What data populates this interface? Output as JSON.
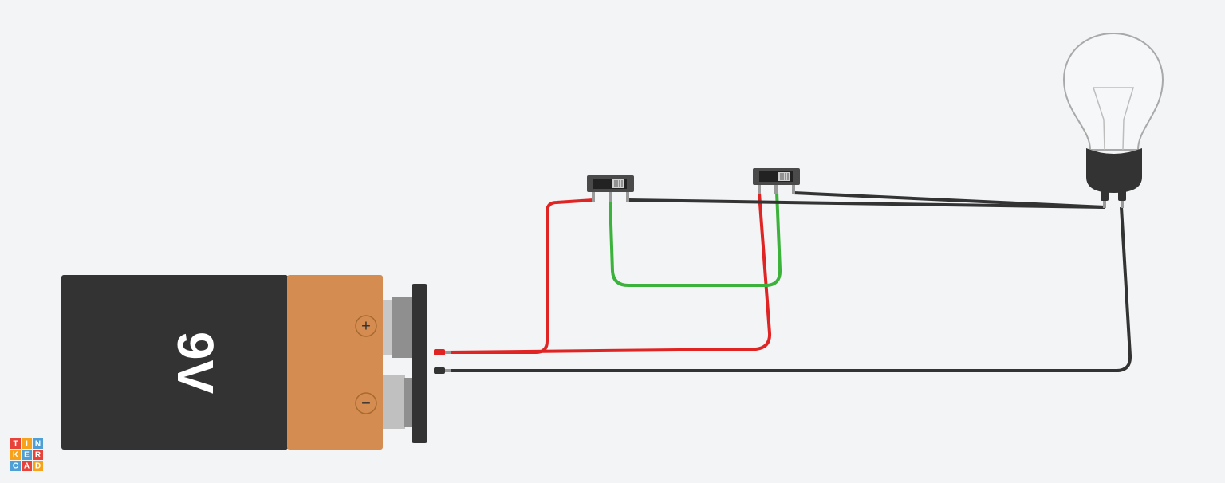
{
  "app": {
    "name": "Tinkercad"
  },
  "battery": {
    "label": "9V",
    "positive_symbol": "+",
    "negative_symbol": "−"
  },
  "logo": {
    "letters": [
      "T",
      "I",
      "N",
      "K",
      "E",
      "R",
      "C",
      "A",
      "D"
    ]
  },
  "components": {
    "switch1": {
      "name": "slide-switch"
    },
    "switch2": {
      "name": "slide-switch"
    },
    "bulb": {
      "name": "light-bulb"
    }
  },
  "colors": {
    "background": "#f2f4f6",
    "battery_body": "#333333",
    "battery_band": "#d48c50",
    "wire_red": "#e02424",
    "wire_black": "#333333",
    "wire_green": "#3bb33b",
    "logo_colors": [
      "#e8433a",
      "#f7a21b",
      "#4d9fd6",
      "#f7a21b",
      "#4d9fd6",
      "#e8433a",
      "#4d9fd6",
      "#e8433a",
      "#f7a21b"
    ]
  }
}
